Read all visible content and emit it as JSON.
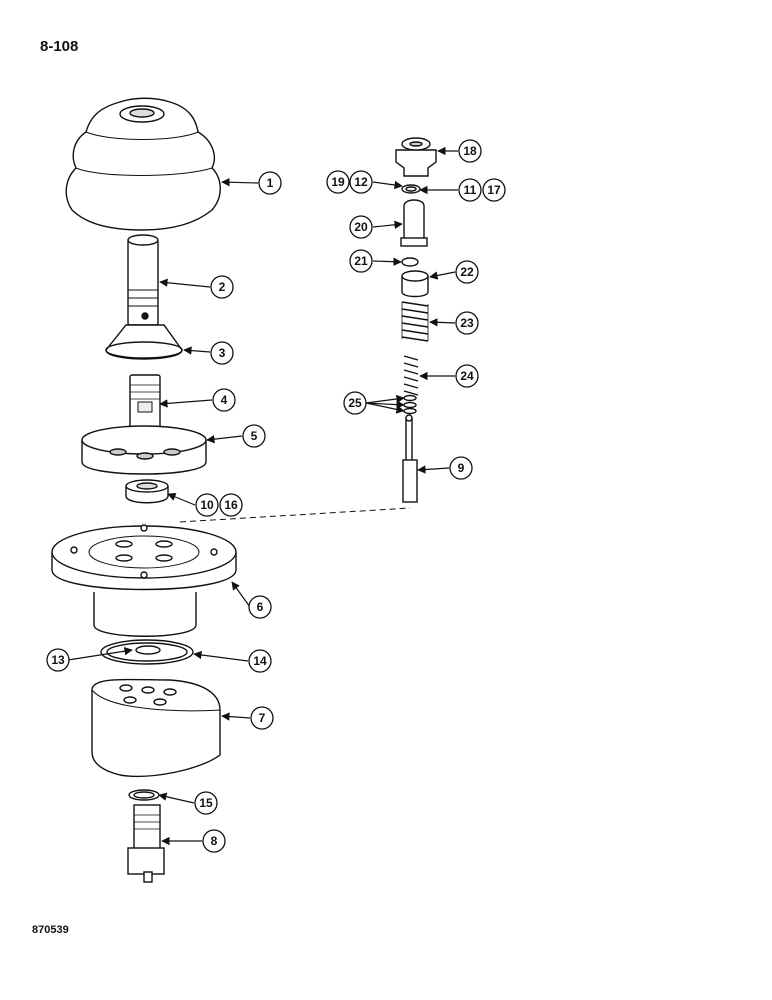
{
  "page": {
    "number": "8-108",
    "figure_code": "870539"
  },
  "callouts": {
    "c1": "1",
    "c2": "2",
    "c3": "3",
    "c4": "4",
    "c5": "5",
    "c6": "6",
    "c7": "7",
    "c8": "8",
    "c9": "9",
    "c10": "10",
    "c16": "16",
    "c13": "13",
    "c14": "14",
    "c15": "15",
    "c18": "18",
    "c19": "19",
    "c12": "12",
    "c11": "11",
    "c17": "17",
    "c20": "20",
    "c21": "21",
    "c22": "22",
    "c23": "23",
    "c24": "24",
    "c25": "25"
  }
}
